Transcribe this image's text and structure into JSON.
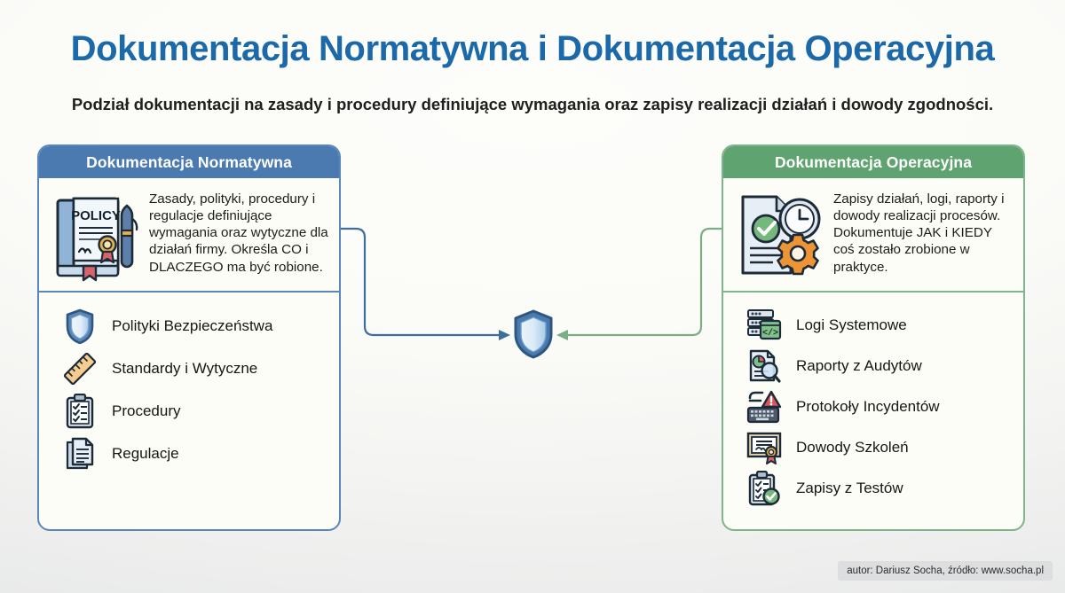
{
  "header": {
    "title": "Dokumentacja Normatywna i Dokumentacja Operacyjna",
    "subtitle": "Podział dokumentacji na zasady i procedury definiujące wymagania oraz zapisy realizacji działań i dowody zgodności."
  },
  "colors": {
    "title_blue": "#1b69a8",
    "left_accent": "#4a7ab0",
    "left_border": "#5b87b8",
    "right_accent": "#5fa470",
    "right_border": "#7fb58c",
    "panel_bg": "#fdfdf7",
    "page_bg": "#fbfbf8",
    "arrow_blue": "#3f6e9b",
    "arrow_green": "#7cae85"
  },
  "left_panel": {
    "header": "Dokumentacja Normatywna",
    "hero_icon": "policy-book-icon",
    "description": "Zasady, polityki, procedury i regulacje definiujące wymagania oraz wytyczne dla działań firmy. Określa CO i DLACZEGO ma być robione.",
    "items": [
      {
        "label": "Polityki Bezpieczeństwa",
        "icon": "shield-icon"
      },
      {
        "label": "Standardy i Wytyczne",
        "icon": "ruler-icon"
      },
      {
        "label": "Procedury",
        "icon": "clipboard-checklist-icon"
      },
      {
        "label": "Regulacje",
        "icon": "documents-icon"
      }
    ]
  },
  "right_panel": {
    "header": "Dokumentacja Operacyjna",
    "hero_icon": "document-clock-gear-icon",
    "description": "Zapisy działań, logi, raporty i dowody realizacji procesów. Dokumentuje JAK i KIEDY coś zostało zrobione w praktyce.",
    "items": [
      {
        "label": "Logi Systemowe",
        "icon": "server-code-icon"
      },
      {
        "label": "Raporty z Audytów",
        "icon": "report-magnifier-icon"
      },
      {
        "label": "Protokoły Incydentów",
        "icon": "keyboard-warning-icon"
      },
      {
        "label": "Dowody Szkoleń",
        "icon": "certificate-icon"
      },
      {
        "label": "Zapisy z Testów",
        "icon": "clipboard-check-icon"
      }
    ]
  },
  "center": {
    "icon": "shield-icon"
  },
  "footer": {
    "credit": "autor: Dariusz Socha, źródło: www.socha.pl"
  }
}
